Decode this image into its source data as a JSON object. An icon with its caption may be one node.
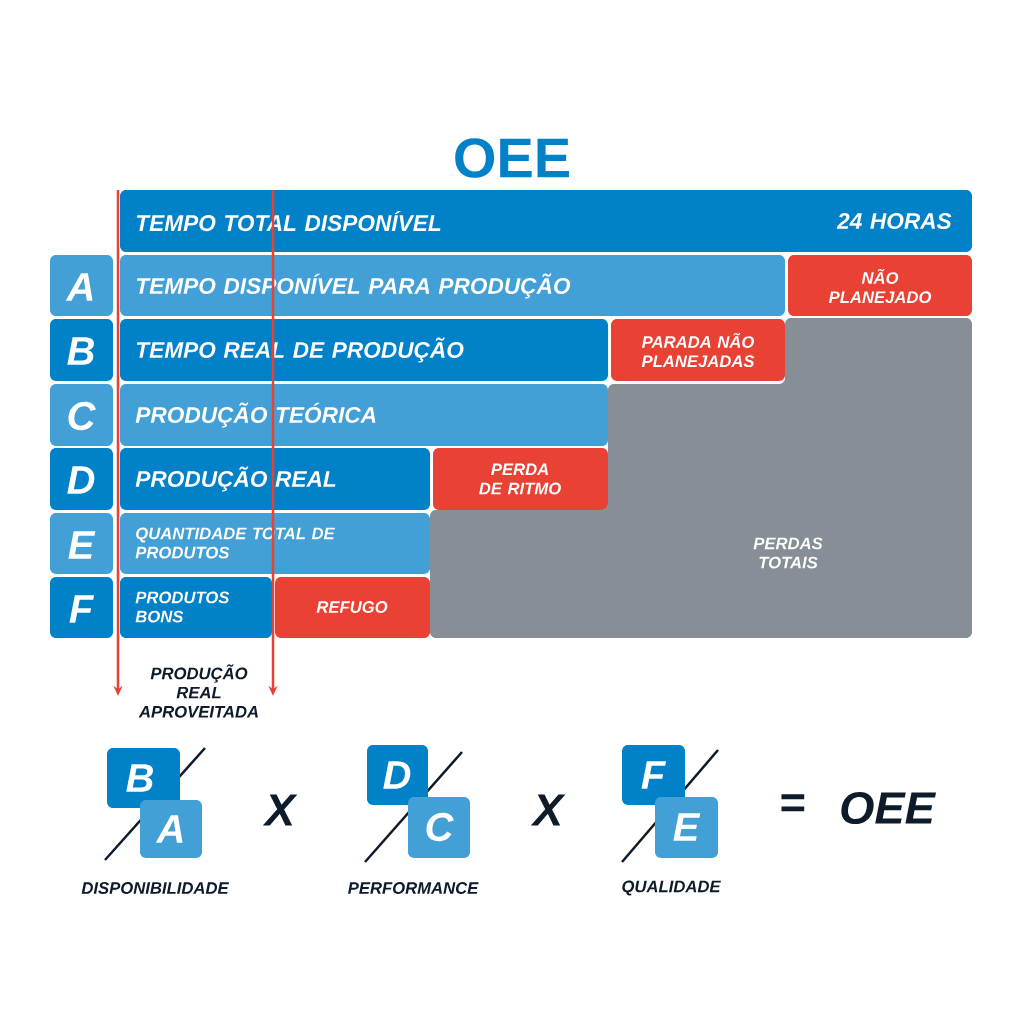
{
  "diagram": {
    "title": "OEE",
    "nodes": [
      {
        "text": [
          "PERDAS TOTAIS"
        ]
      },
      {
        "text": [
          "TEMPO TOTAL DISPONÍVEL",
          "24 HORAS"
        ]
      },
      {
        "text": [
          "A"
        ]
      },
      {
        "text": [
          "TEMPO DISPONÍVEL PARA PRODUÇÃO"
        ]
      },
      {
        "text": [
          "NÃO PLANEJADO"
        ]
      },
      {
        "text": [
          "B"
        ]
      },
      {
        "text": [
          "TEMPO REAL DE PRODUÇÃO"
        ]
      },
      {
        "text": [
          "PARADA NÃO PLANEJADAS"
        ]
      },
      {
        "text": [
          "C"
        ]
      },
      {
        "text": [
          "PRODUÇÃO TEÓRICA"
        ]
      },
      {
        "text": [
          "D"
        ]
      },
      {
        "text": [
          "PRODUÇÃO REAL"
        ]
      },
      {
        "text": [
          "PERDA DE RITMO"
        ]
      },
      {
        "text": [
          "E"
        ]
      },
      {
        "text": [
          "QUANTIDADE TOTAL DE PRODUTOS"
        ]
      },
      {
        "text": [
          "F"
        ]
      },
      {
        "text": [
          "PRODUTOS BONS"
        ]
      },
      {
        "text": [
          "REFUGO"
        ]
      },
      {
        "text": [
          "B"
        ]
      },
      {
        "text": [
          "A"
        ]
      },
      {
        "text": [
          "D"
        ]
      },
      {
        "text": [
          "C"
        ]
      },
      {
        "text": [
          "F"
        ]
      },
      {
        "text": [
          "E"
        ]
      }
    ],
    "labels": [
      "PRODUÇÃO REAL APROVEITADA",
      "X",
      "X",
      "=",
      "OEE",
      "DISPONIBILIDADE",
      "PERFORMANCE",
      "QUALIDADE"
    ]
  }
}
